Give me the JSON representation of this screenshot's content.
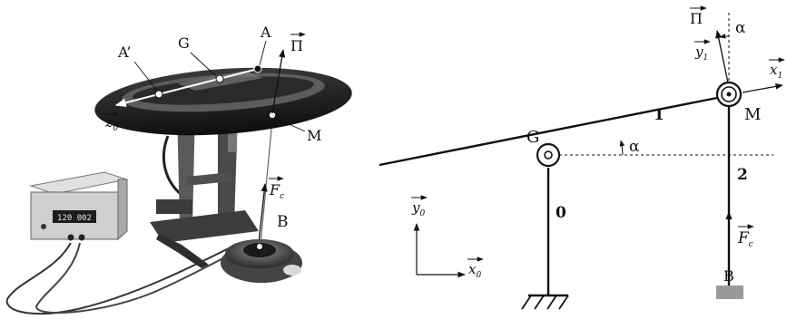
{
  "photo": {
    "labels": {
      "a_prime": "A’",
      "g": "G",
      "a": "A",
      "pi": "Π",
      "z": "z",
      "z_sub": "0",
      "m": "M",
      "f": "F",
      "f_sub": "c",
      "b": "B"
    },
    "display_readout": "120 002"
  },
  "diagram": {
    "labels": {
      "g": "G",
      "m": "M",
      "b": "B",
      "body_1": "1",
      "body_2": "2",
      "body_0": "0",
      "alpha_bottom": "α",
      "alpha_top": "α",
      "pi": "Π",
      "y1": "y",
      "y1_sub": "1",
      "x1": "x",
      "x1_sub": "1",
      "y0": "y",
      "y0_sub": "0",
      "x0": "x",
      "x0_sub": "0",
      "f": "F",
      "f_sub": "c"
    }
  }
}
